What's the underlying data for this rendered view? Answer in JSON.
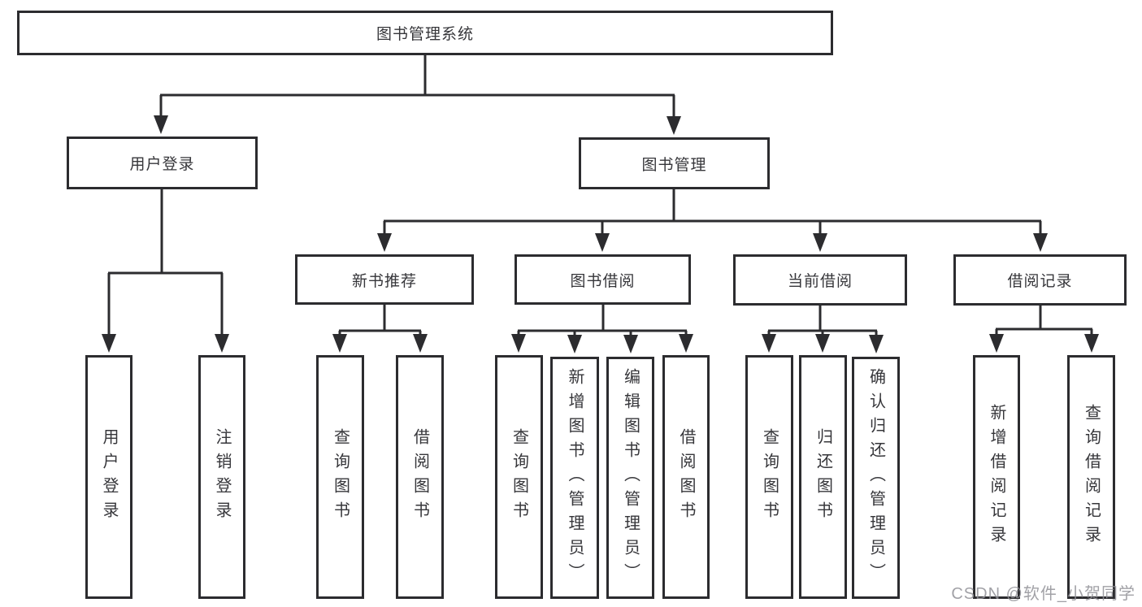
{
  "tree": {
    "root": "图书管理系统",
    "user_login": {
      "label": "用户登录",
      "children": [
        "用户登录",
        "注销登录"
      ]
    },
    "book_mgmt": {
      "label": "图书管理",
      "modules": [
        {
          "label": "新书推荐",
          "children": [
            "查询图书",
            "借阅图书"
          ]
        },
        {
          "label": "图书借阅",
          "children": [
            "查询图书",
            "新增图书（管理员）",
            "编辑图书（管理员）",
            "借阅图书"
          ]
        },
        {
          "label": "当前借阅",
          "children": [
            "查询图书",
            "归还图书",
            "确认归还（管理员）"
          ]
        },
        {
          "label": "借阅记录",
          "children": [
            "新增借阅记录",
            "查询借阅记录"
          ]
        }
      ]
    }
  },
  "watermark": "CSDN @软件_小贺同学",
  "colors": {
    "line": "#2c2c2f",
    "box_border": "#2c2c2f",
    "text": "#36363a",
    "watermark": "#96969a",
    "background": "#ffffff"
  }
}
